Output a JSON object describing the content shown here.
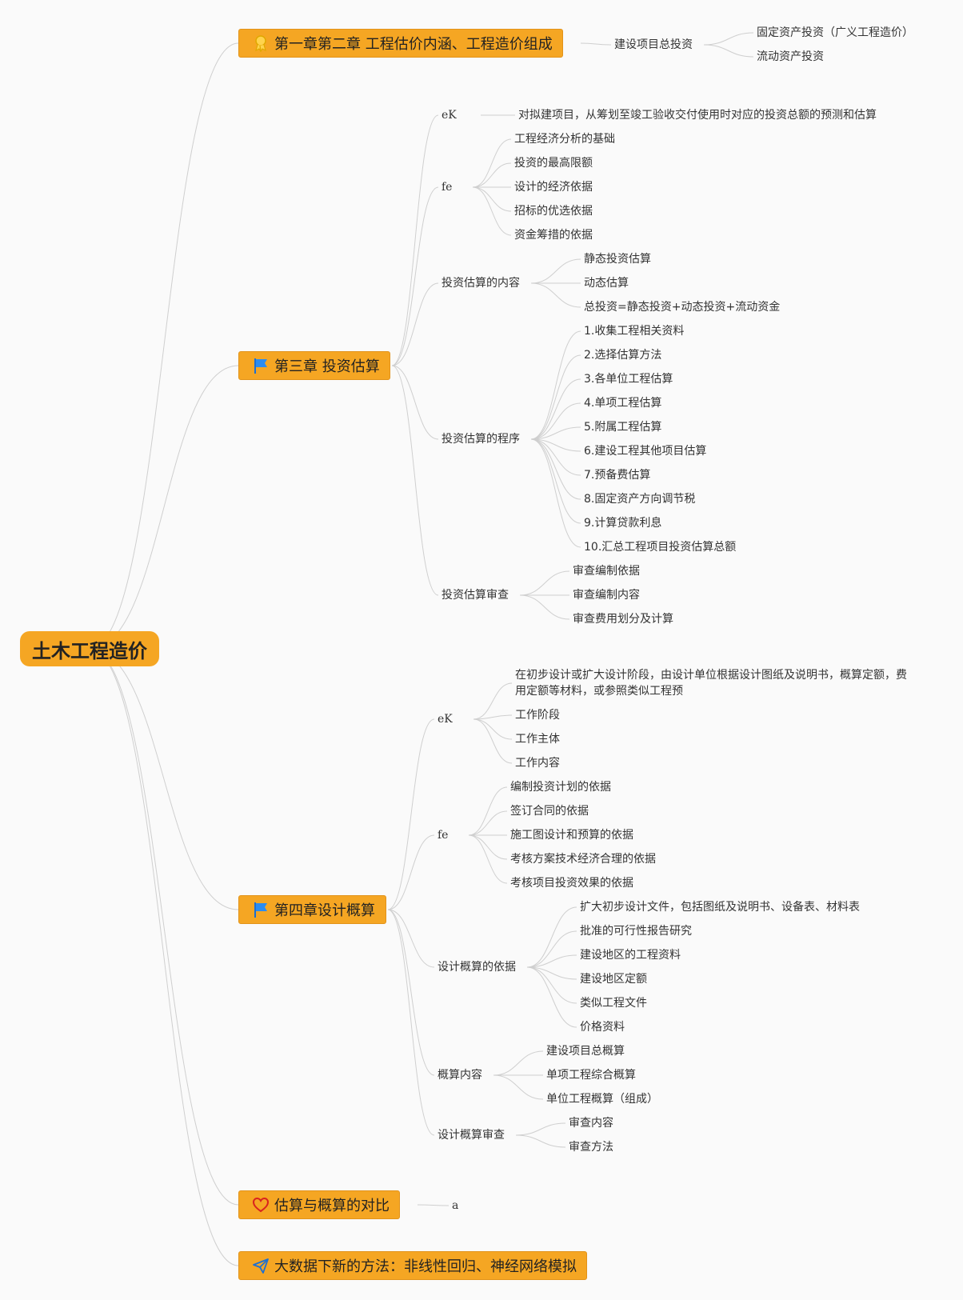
{
  "root": {
    "title": "土木工程造价"
  },
  "colors": {
    "accent": "#f5a623",
    "accent_border": "#e2931a",
    "link": "#cfcfcf"
  },
  "chapters": {
    "c1": {
      "label": "第一章第二章 工程估价内涵、工程造价组成",
      "icon": "award-icon",
      "n1": {
        "label": "建设项目总投资",
        "c1": "固定资产投资（广义工程造价）",
        "c2": "流动资产投资"
      }
    },
    "c2": {
      "label": "第三章 投资估算",
      "icon": "flag-icon",
      "ek": {
        "label": "eK",
        "c1": "对拟建项目，从筹划至竣工验收交付使用时对应的投资总额的预测和估算"
      },
      "fe": {
        "label": "fe",
        "c1": "工程经济分析的基础",
        "c2": "投资的最高限额",
        "c3": "设计的经济依据",
        "c4": "招标的优选依据",
        "c5": "资金筹措的依据"
      },
      "content": {
        "label": "投资估算的内容",
        "c1": "静态投资估算",
        "c2": "动态估算",
        "c3": "总投资=静态投资+动态投资+流动资金"
      },
      "process": {
        "label": "投资估算的程序",
        "c1": "1.收集工程相关资料",
        "c2": "2.选择估算方法",
        "c3": "3.各单位工程估算",
        "c4": "4.单项工程估算",
        "c5": "5.附属工程估算",
        "c6": "6.建设工程其他项目估算",
        "c7": "7.预备费估算",
        "c8": "8.固定资产方向调节税",
        "c9": "9.计算贷款利息",
        "c10": "10.汇总工程项目投资估算总额"
      },
      "review": {
        "label": "投资估算审查",
        "c1": "审查编制依据",
        "c2": "审查编制内容",
        "c3": "审查费用划分及计算"
      }
    },
    "c3": {
      "label": "第四章设计概算",
      "icon": "flag-icon",
      "ek": {
        "label": "eK",
        "c1": "在初步设计或扩大设计阶段，由设计单位根据设计图纸及说明书，概算定额，费用定额等材料，或参照类似工程预",
        "c2": "工作阶段",
        "c3": "工作主体",
        "c4": "工作内容"
      },
      "fe": {
        "label": "fe",
        "c1": "编制投资计划的依据",
        "c2": "签订合同的依据",
        "c3": "施工图设计和预算的依据",
        "c4": "考核方案技术经济合理的依据",
        "c5": "考核项目投资效果的依据"
      },
      "basis": {
        "label": "设计概算的依据",
        "c1": "扩大初步设计文件，包括图纸及说明书、设备表、材料表",
        "c2": "批准的可行性报告研究",
        "c3": "建设地区的工程资料",
        "c4": "建设地区定额",
        "c5": "类似工程文件",
        "c6": "价格资料"
      },
      "content": {
        "label": "概算内容",
        "c1": "建设项目总概算",
        "c2": "单项工程综合概算",
        "c3": "单位工程概算（组成）"
      },
      "review": {
        "label": "设计概算审查",
        "c1": "审查内容",
        "c2": "审查方法"
      }
    },
    "c4": {
      "label": "估算与概算的对比",
      "icon": "heart-icon",
      "a": {
        "label": "a"
      }
    },
    "c5": {
      "label": "大数据下新的方法：非线性回归、神经网络模拟",
      "icon": "paper-plane-icon"
    }
  }
}
